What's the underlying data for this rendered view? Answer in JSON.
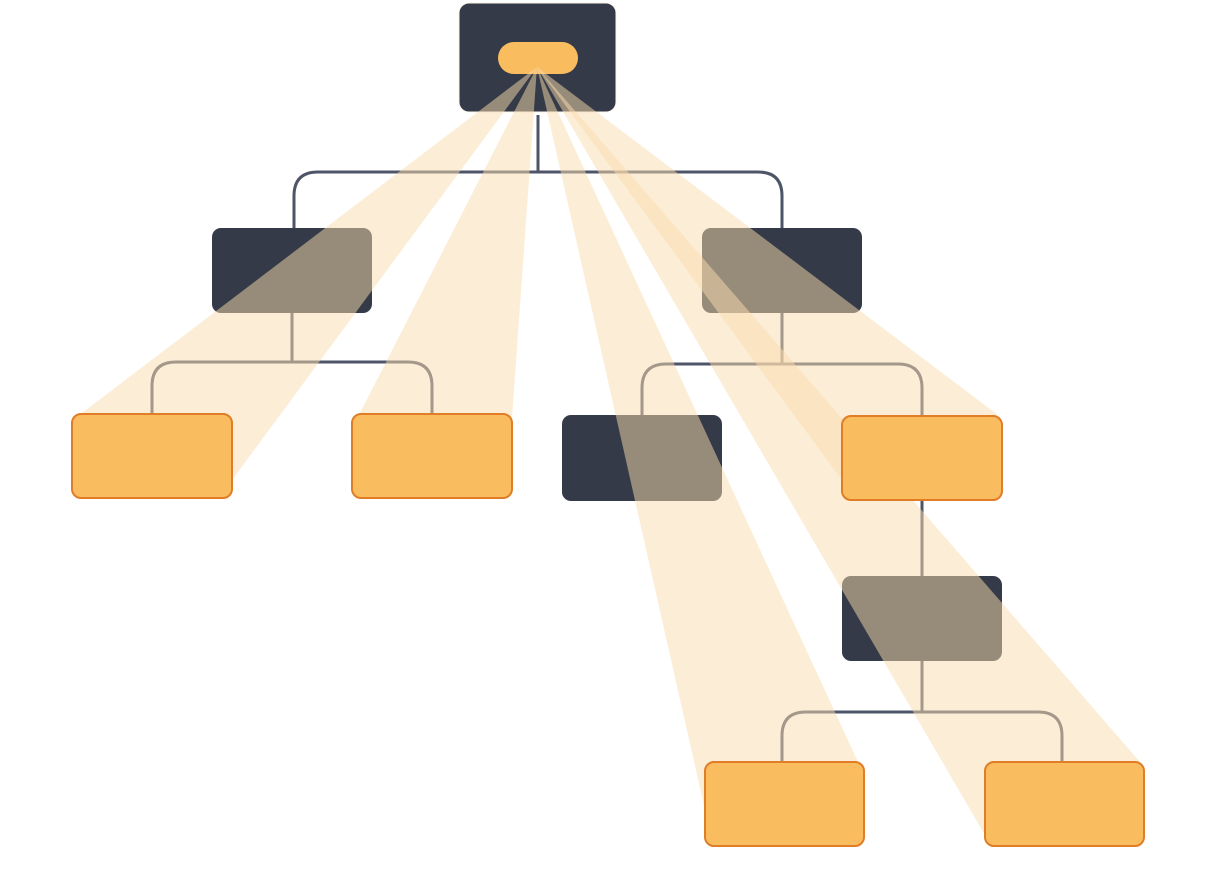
{
  "diagram": {
    "description_visible_text": "",
    "colors": {
      "dark_node": "#343a47",
      "connector": "#4e5568",
      "consumer_fill": "#f9bd60",
      "consumer_border": "#e07d26",
      "beam": "#f9dbad",
      "provider_badge": "#f9bd60"
    },
    "nodes": [
      {
        "id": "root",
        "kind": "provider",
        "parent": null
      },
      {
        "id": "a",
        "kind": "intermediate",
        "parent": "root"
      },
      {
        "id": "b",
        "kind": "intermediate",
        "parent": "root"
      },
      {
        "id": "a1",
        "kind": "consumer",
        "parent": "a"
      },
      {
        "id": "a2",
        "kind": "consumer",
        "parent": "a"
      },
      {
        "id": "b1",
        "kind": "intermediate",
        "parent": "b"
      },
      {
        "id": "b2",
        "kind": "consumer",
        "parent": "b"
      },
      {
        "id": "c",
        "kind": "intermediate",
        "parent": "b2"
      },
      {
        "id": "c1",
        "kind": "consumer",
        "parent": "c"
      },
      {
        "id": "c2",
        "kind": "consumer",
        "parent": "c"
      }
    ]
  }
}
